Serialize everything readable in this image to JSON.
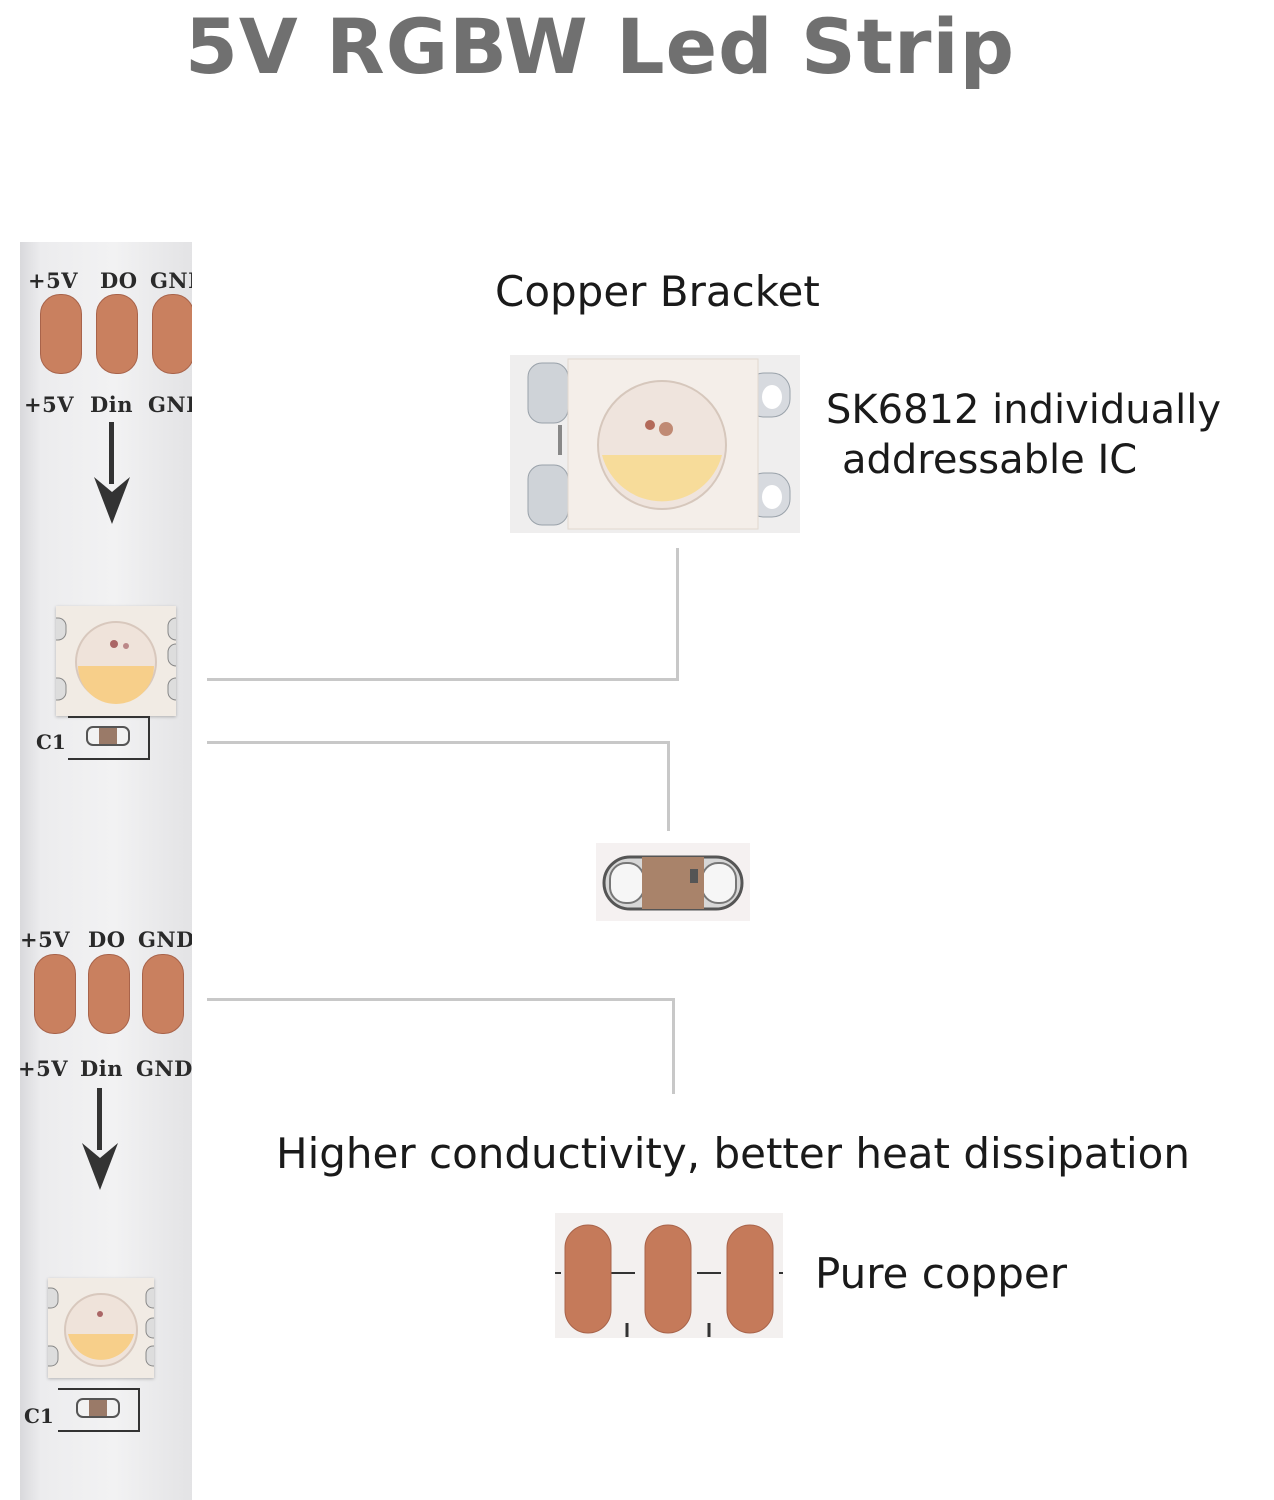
{
  "title": "5V RGBW Led Strip",
  "callouts": {
    "copper_bracket": "Copper Bracket",
    "ic_line1": "SK6812 individually",
    "ic_line2": "addressable IC",
    "conductivity": "Higher conductivity, better heat dissipation",
    "pure_copper": "Pure copper"
  },
  "strip": {
    "top_labels": {
      "p5v": "+5V",
      "do": "DO",
      "gnd": "GNI"
    },
    "din_labels": {
      "p5v": "+5V",
      "din": "Din",
      "gnd": "GNI"
    },
    "c1": "C1",
    "mid_labels": {
      "p5v": "+5V",
      "do": "DO",
      "gnd": "GND"
    },
    "din2_labels": {
      "p5v": "+5V",
      "din": "Din",
      "gnd": "GND"
    },
    "c1_bottom": "C1"
  },
  "colors": {
    "title": "#707070",
    "copper": "#c9805f",
    "connector_line": "#c8c8c8",
    "led_warm_white": "#f7dc9a"
  },
  "icons": [
    "arrow-down-icon",
    "led-chip-icon",
    "capacitor-icon",
    "copper-pad-icon"
  ]
}
